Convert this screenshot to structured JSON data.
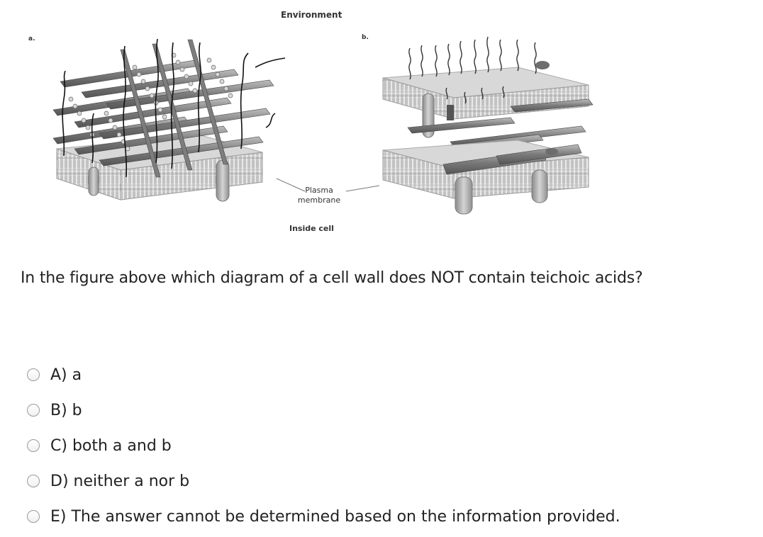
{
  "figure": {
    "top_label": "Environment",
    "panel_a_label": "a.",
    "panel_b_label": "b.",
    "membrane_label_line1": "Plasma",
    "membrane_label_line2": "membrane",
    "bottom_label": "Inside cell"
  },
  "question": {
    "text": "In the figure above which diagram of a cell wall does NOT contain teichoic acids?"
  },
  "options": [
    {
      "label": "A) a",
      "selected": false
    },
    {
      "label": "B) b",
      "selected": false
    },
    {
      "label": "C) both a and b",
      "selected": false
    },
    {
      "label": "D) neither a nor b",
      "selected": false
    },
    {
      "label": "E) The answer cannot be determined based on the information provided.",
      "selected": false
    }
  ]
}
